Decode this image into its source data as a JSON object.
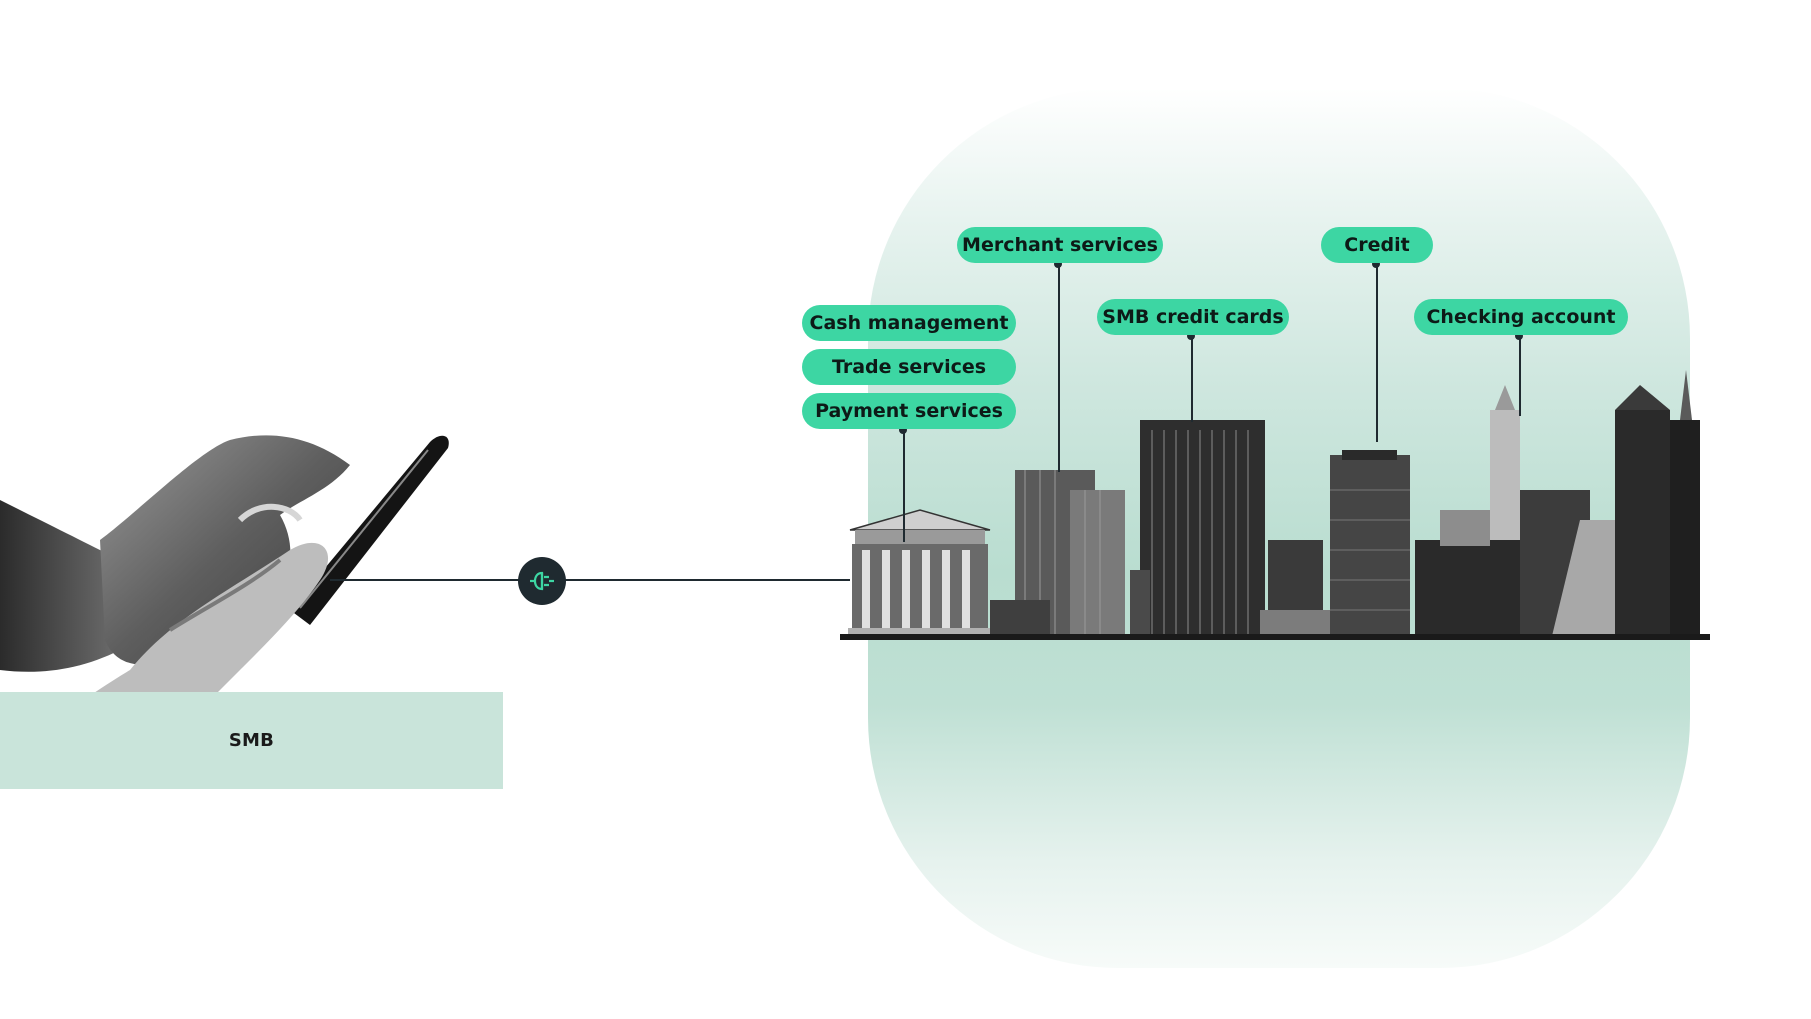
{
  "diagram": {
    "left_node": {
      "label": "SMB"
    },
    "connector_icon": "plug-icon",
    "services": [
      {
        "label": "Cash management"
      },
      {
        "label": "Trade services"
      },
      {
        "label": "Payment services"
      },
      {
        "label": "Merchant services"
      },
      {
        "label": "SMB credit cards"
      },
      {
        "label": "Credit"
      },
      {
        "label": "Checking account"
      }
    ]
  },
  "colors": {
    "pill": "#3dd6a3",
    "line": "#1f2a30",
    "panel": "#cfe7df",
    "smb_bar": "#c9e4da"
  }
}
